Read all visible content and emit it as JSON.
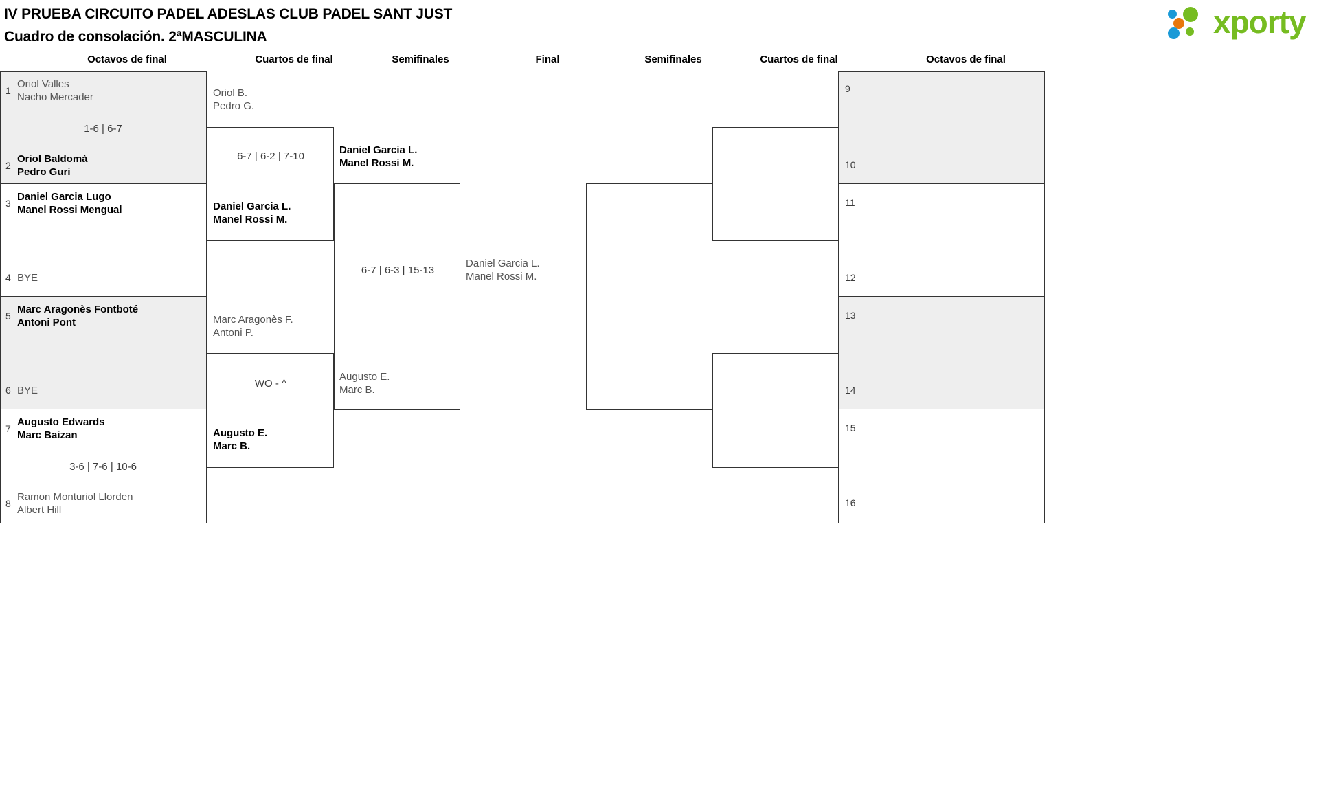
{
  "header": {
    "title_line1": "IV PRUEBA CIRCUITO PADEL ADESLAS CLUB PADEL SANT JUST",
    "title_line2": "Cuadro de consolación. 2ªMASCULINA",
    "logo_text": "xporty",
    "logo_colors": {
      "green": "#76bc21",
      "blue": "#1a9ad7",
      "orange": "#e8770c"
    }
  },
  "rounds": {
    "left": [
      {
        "label": "Octavos de final"
      },
      {
        "label": "Cuartos de final"
      },
      {
        "label": "Semifinales"
      }
    ],
    "center": {
      "label": "Final"
    },
    "right": [
      {
        "label": "Semifinales"
      },
      {
        "label": "Cuartos de final"
      },
      {
        "label": "Octavos de final"
      }
    ]
  },
  "left_octavos": [
    {
      "seed": "1",
      "line1": "Oriol Valles",
      "line2": "Nacho Mercader",
      "result": "lose"
    },
    {
      "seed": "2",
      "line1": "Oriol Baldomà",
      "line2": "Pedro Guri",
      "result": "win"
    },
    {
      "seed": "3",
      "line1": "Daniel Garcia Lugo",
      "line2": "Manel Rossi Mengual",
      "result": "win"
    },
    {
      "seed": "4",
      "line1": "BYE",
      "line2": "",
      "result": "lose"
    },
    {
      "seed": "5",
      "line1": "Marc Aragonès Fontboté",
      "line2": "Antoni Pont",
      "result": "win"
    },
    {
      "seed": "6",
      "line1": "BYE",
      "line2": "",
      "result": "lose"
    },
    {
      "seed": "7",
      "line1": "Augusto Edwards",
      "line2": "Marc Baizan",
      "result": "win"
    },
    {
      "seed": "8",
      "line1": "Ramon Monturiol Llorden",
      "line2": "Albert Hill",
      "result": "lose"
    }
  ],
  "left_octavos_scores": [
    {
      "text": "1-6 | 6-7"
    },
    {
      "text": ""
    },
    {
      "text": ""
    },
    {
      "text": "3-6 | 7-6 | 10-6"
    }
  ],
  "left_cuartos": [
    {
      "line1": "Oriol B.",
      "line2": "Pedro G.",
      "result": "lose"
    },
    {
      "line1": "Daniel Garcia L.",
      "line2": "Manel Rossi M.",
      "result": "win"
    },
    {
      "line1": "Marc Aragonès F.",
      "line2": "Antoni P.",
      "result": "lose"
    },
    {
      "line1": "Augusto E.",
      "line2": "Marc B.",
      "result": "win"
    }
  ],
  "left_cuartos_scores": [
    {
      "text": "6-7 | 6-2 | 7-10"
    },
    {
      "text": "WO - ^"
    }
  ],
  "left_semis": [
    {
      "line1": "Daniel Garcia L.",
      "line2": "Manel Rossi M.",
      "result": "win"
    },
    {
      "line1": "Augusto E.",
      "line2": "Marc B.",
      "result": "lose"
    }
  ],
  "left_semis_scores": [
    {
      "text": "6-7 | 6-3 | 15-13"
    }
  ],
  "final": {
    "line1": "Daniel Garcia L.",
    "line2": "Manel Rossi M.",
    "result": "lose"
  },
  "right_octavos": [
    {
      "seed": "9",
      "line1": "",
      "line2": ""
    },
    {
      "seed": "10",
      "line1": "",
      "line2": ""
    },
    {
      "seed": "11",
      "line1": "",
      "line2": ""
    },
    {
      "seed": "12",
      "line1": "",
      "line2": ""
    },
    {
      "seed": "13",
      "line1": "",
      "line2": ""
    },
    {
      "seed": "14",
      "line1": "",
      "line2": ""
    },
    {
      "seed": "15",
      "line1": "",
      "line2": ""
    },
    {
      "seed": "16",
      "line1": "",
      "line2": ""
    }
  ]
}
